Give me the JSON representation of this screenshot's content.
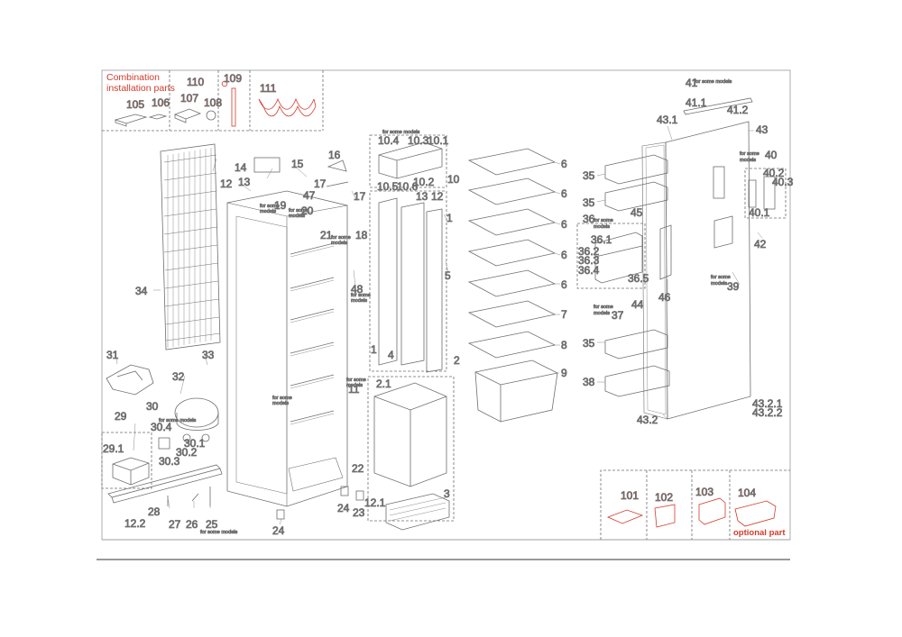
{
  "header": {
    "line1": "Combination",
    "line2": "installation parts"
  },
  "optional_label": "optional part",
  "notes": {
    "for_some_models": "for some models",
    "for_some": "for some",
    "models": "models"
  },
  "callouts": {
    "c110": "110",
    "c109": "109",
    "c105": "105",
    "c106": "106",
    "c107": "107",
    "c108": "108",
    "c111": "111",
    "c12": "12",
    "c14": "14",
    "c13": "13",
    "c15": "15",
    "c16": "16",
    "c17a": "17",
    "c47": "47",
    "c17b": "17",
    "c19": "19",
    "c20": "20",
    "c21": "21",
    "c18": "18",
    "c48": "48",
    "c34": "34",
    "c31": "31",
    "c32": "32",
    "c33": "33",
    "c30": "30",
    "c304": "30.4",
    "c302": "30.2",
    "c303": "30.3",
    "c301": "30.1",
    "c29": "29",
    "c291": "29.1",
    "c122": "12.2",
    "c28": "28",
    "c27": "27",
    "c26": "26",
    "c25": "25",
    "c24a": "24",
    "c24b": "24",
    "c23": "23",
    "c22": "22",
    "c121": "12.1",
    "c11": "11",
    "c104a": "10.4",
    "c103a": "10.3",
    "c101a": "10.1",
    "c105a": "10.5",
    "c106a": "10.6",
    "c102a": "10.2",
    "c10": "10",
    "c1": "1",
    "c13b": "13",
    "c12b": "12",
    "c5": "5",
    "c1b": "1",
    "c4": "4",
    "c2": "2",
    "c21b": "2.1",
    "c3": "3",
    "c6a": "6",
    "c6b": "6",
    "c6c": "6",
    "c6d": "6",
    "c6e": "6",
    "c7": "7",
    "c8": "8",
    "c9": "9",
    "c41": "41",
    "c411": "41.1",
    "c412": "41.2",
    "c431": "43.1",
    "c43": "43",
    "c40": "40",
    "c402": "40.2",
    "c403": "40.3",
    "c401": "40.1",
    "c35a": "35",
    "c35b": "35",
    "c36": "36",
    "c45": "45",
    "c361": "36.1",
    "c362": "36.2",
    "c363": "36.3",
    "c364": "36.4",
    "c365": "36.5",
    "c42": "42",
    "c46": "46",
    "c39": "39",
    "c44": "44",
    "c37": "37",
    "c35c": "35",
    "c38": "38",
    "c432": "43.2",
    "c4321": "43.2.1",
    "c4322": "43.2.2",
    "c101": "101",
    "c102": "102",
    "c103": "103",
    "c104": "104"
  },
  "colors": {
    "line": "#6e6e6e",
    "accent": "#d23a2a",
    "frame": "#9a9a9a"
  }
}
